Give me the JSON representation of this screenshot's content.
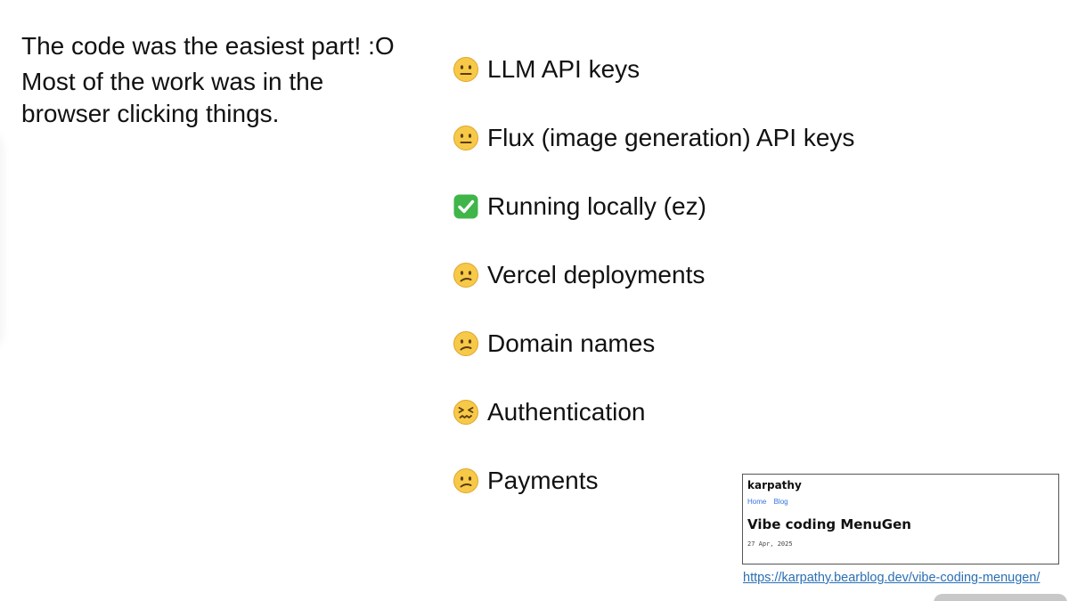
{
  "left_text": {
    "line1": "The code was the easiest part! :O",
    "line2_a": "Most of the work was in the",
    "line2_b": "browser clicking things."
  },
  "checklist": [
    {
      "emoji": "neutral-face",
      "label": "LLM API keys"
    },
    {
      "emoji": "neutral-face",
      "label": "Flux (image generation) API keys"
    },
    {
      "emoji": "check-mark-button",
      "label": "Running locally (ez)"
    },
    {
      "emoji": "confused-face",
      "label": "Vercel deployments"
    },
    {
      "emoji": "confused-face",
      "label": "Domain names"
    },
    {
      "emoji": "confounded-face",
      "label": "Authentication"
    },
    {
      "emoji": "confused-face",
      "label": "Payments"
    }
  ],
  "blog_preview": {
    "site_name": "karpathy",
    "nav": [
      "Home",
      "Blog"
    ],
    "title": "Vibe coding MenuGen",
    "date": "27 Apr, 2025",
    "url": "https://karpathy.bearblog.dev/vibe-coding-menugen/"
  },
  "colors": {
    "link": "#2a6fb3",
    "nav_link": "#3273dc",
    "emoji_yellow": "#f7c948",
    "check_green": "#3fb54a"
  }
}
